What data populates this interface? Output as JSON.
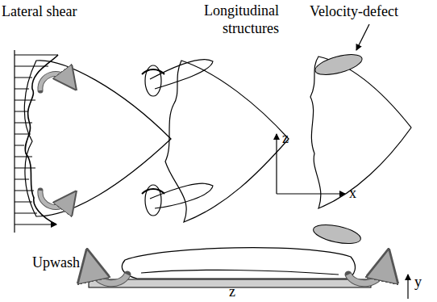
{
  "diagram": {
    "labels": [
      "Lateral shear",
      "Longitudinal structures",
      "Velocity-defect",
      "z",
      "x",
      "Upwash",
      "y",
      "z"
    ]
  }
}
